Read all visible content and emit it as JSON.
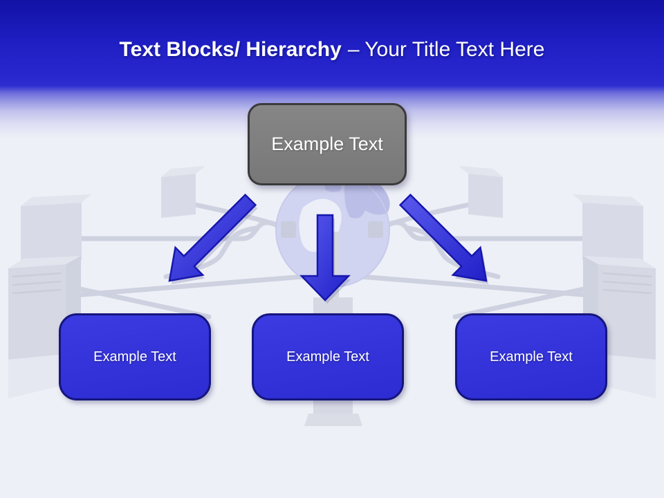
{
  "slide": {
    "title": {
      "primary": "Text Blocks/ Hierarchy",
      "secondary": "– Your Title Text Here"
    }
  },
  "diagram": {
    "type": "hierarchy",
    "root": {
      "label": "Example Text"
    },
    "children": [
      {
        "label": "Example Text"
      },
      {
        "label": "Example Text"
      },
      {
        "label": "Example Text"
      }
    ],
    "connectors": [
      "arrow-down-left",
      "arrow-down",
      "arrow-down-right"
    ]
  },
  "background_icons": [
    "globe-icon",
    "computer-tower-icon",
    "network-cable",
    "monitor-stand"
  ],
  "colors": {
    "title_bar_blue_top": "#1212a6",
    "title_bar_blue": "#2727cd",
    "slide_background": "#eef0f7",
    "root_box_fill": "#7d7d7d",
    "root_box_border": "#3a3a3c",
    "child_box_fill": "#3232d8",
    "child_box_border": "#15157e",
    "arrow_fill": "#2a2ad4",
    "arrow_border": "#1717ac",
    "text_color": "#ffffff",
    "background_image_gray": "#c7cada",
    "globe_lavender": "#b3b7e9"
  }
}
